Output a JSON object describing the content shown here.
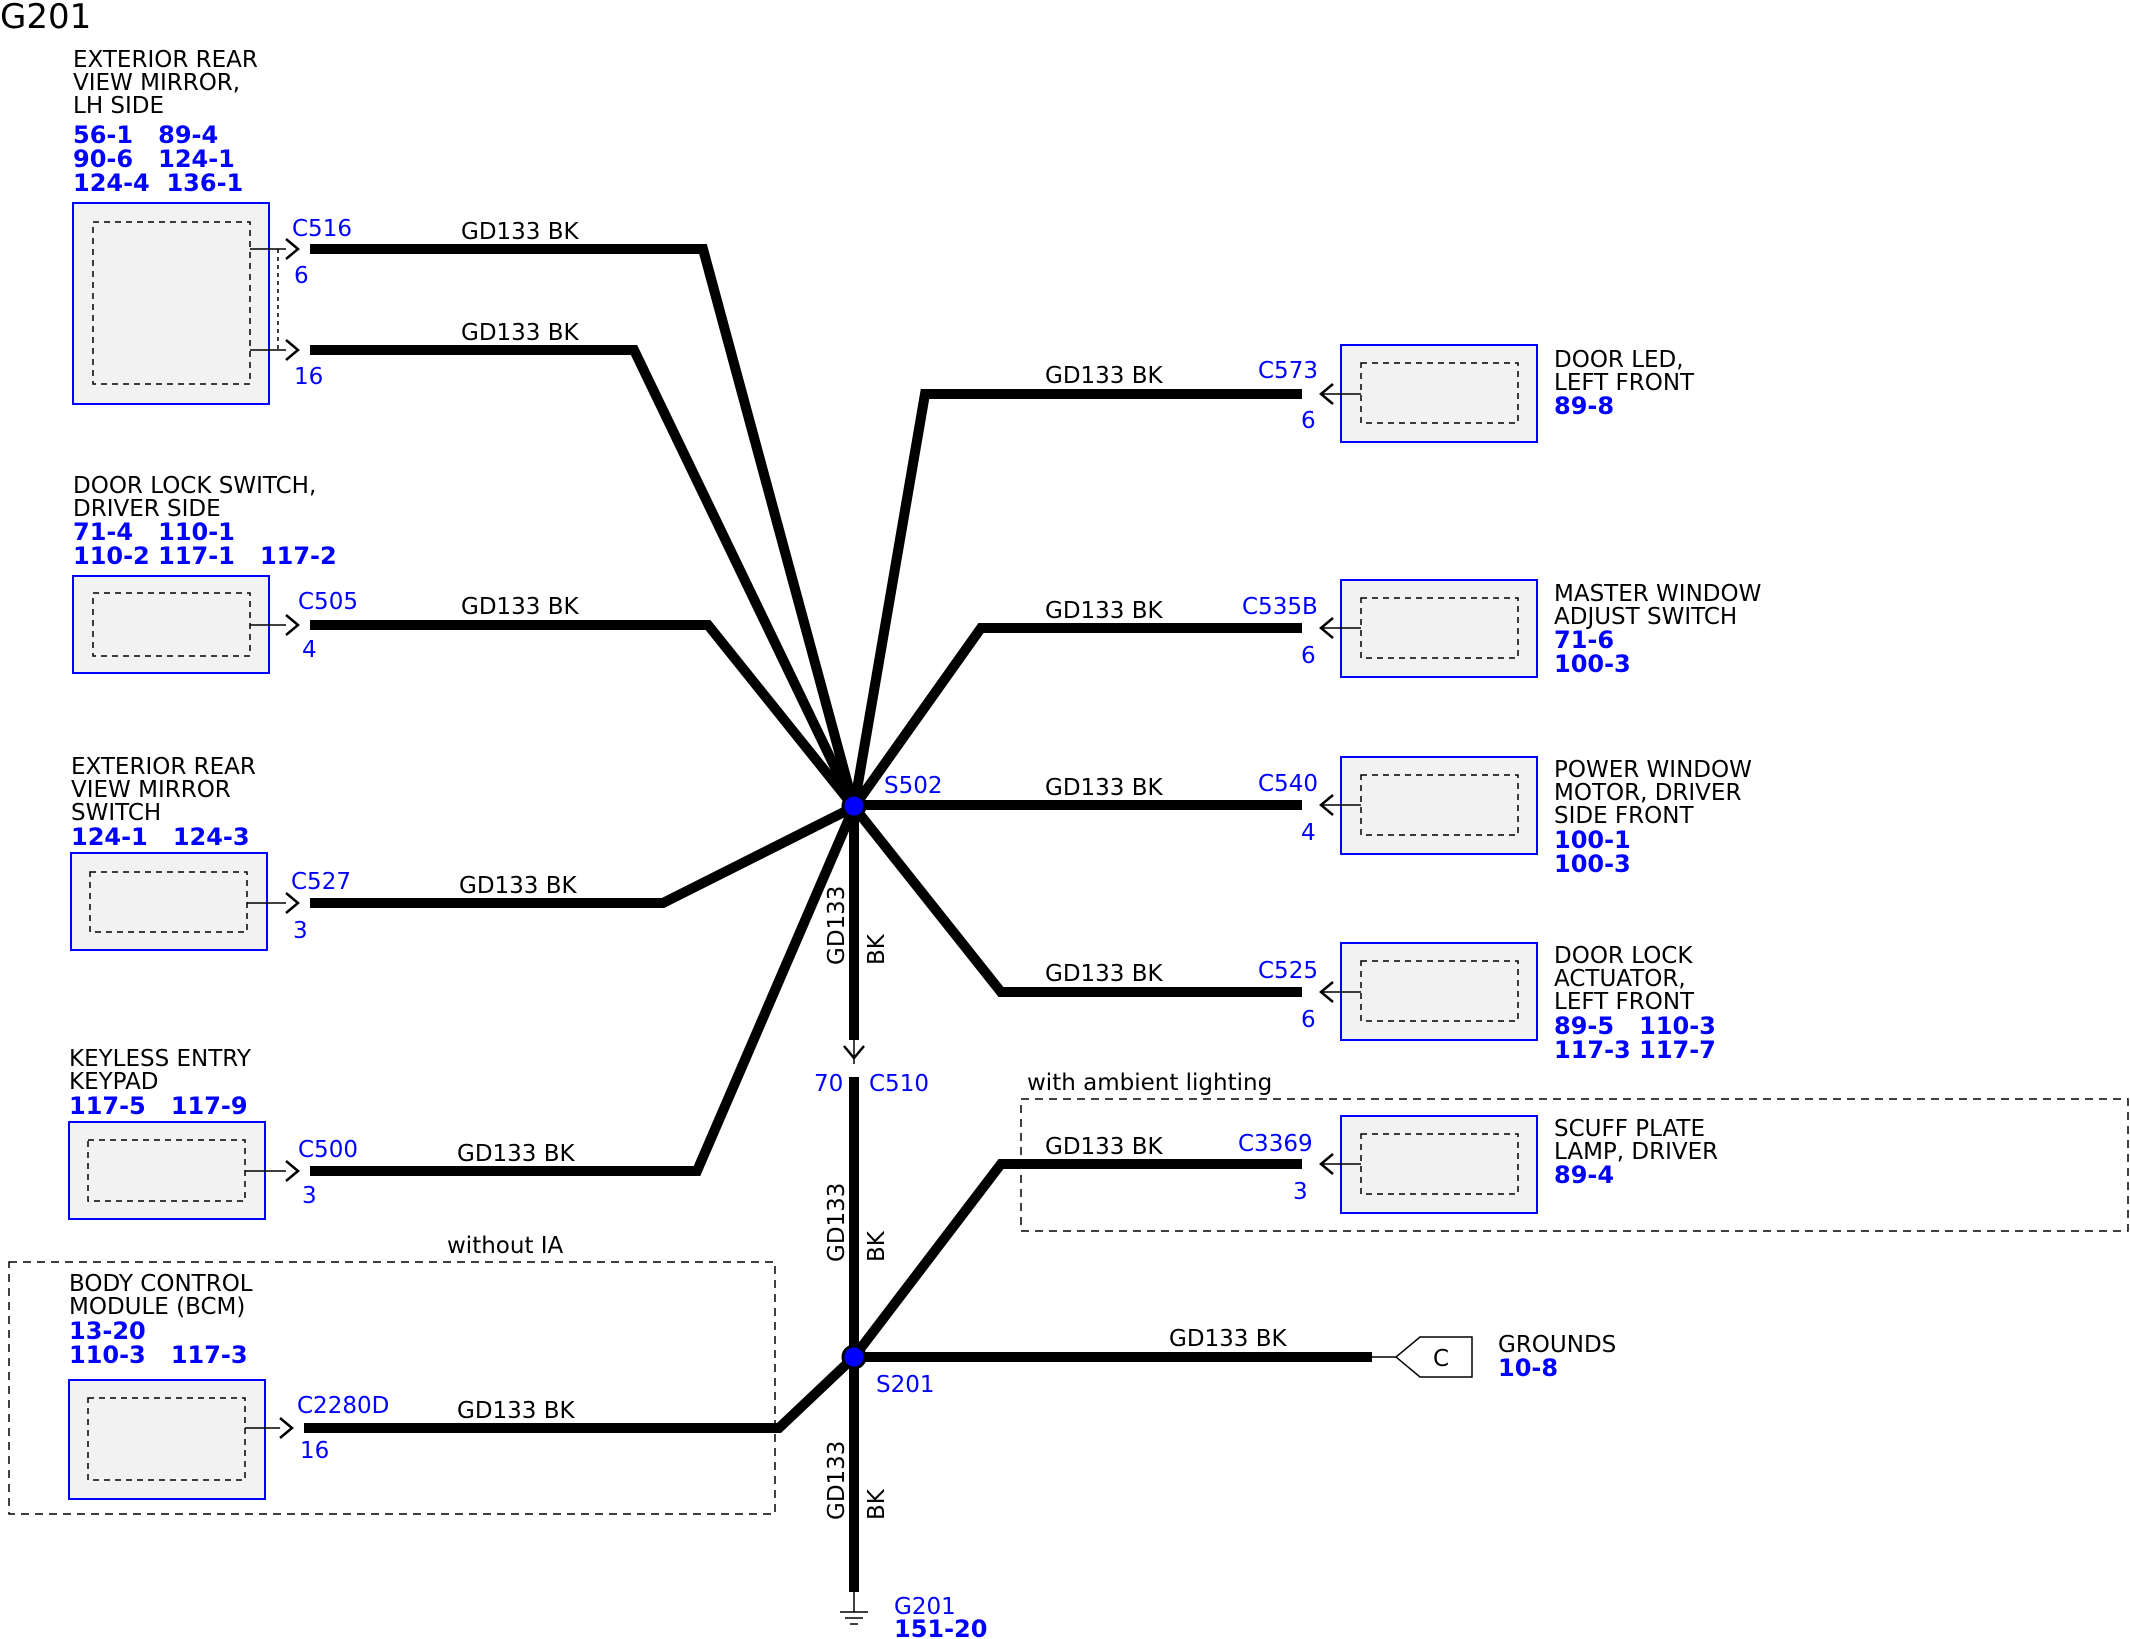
{
  "title": "G201",
  "wire_label": "GD133 BK",
  "wire_code": "GD133",
  "wire_color": "BK",
  "colors": {
    "ref": "#0000ff",
    "wire": "#000000",
    "component_fill": "#f2f2f2"
  },
  "components": [
    {
      "name": [
        "EXTERIOR REAR",
        "VIEW MIRROR,",
        "LH SIDE"
      ],
      "refs": [
        "56-1   89-4",
        "90-6   124-1",
        "124-4  136-1"
      ],
      "connector": "C516",
      "pins": [
        "6",
        "16"
      ]
    },
    {
      "name": [
        "DOOR LOCK SWITCH,",
        "DRIVER SIDE"
      ],
      "refs": [
        "71-4   110-1",
        "110-2 117-1   117-2"
      ],
      "connector": "C505",
      "pins": [
        "4"
      ]
    },
    {
      "name": [
        "EXTERIOR REAR",
        "VIEW MIRROR",
        "SWITCH"
      ],
      "refs": [
        "124-1   124-3"
      ],
      "connector": "C527",
      "pins": [
        "3"
      ]
    },
    {
      "name": [
        "KEYLESS ENTRY",
        "KEYPAD"
      ],
      "refs": [
        "117-5   117-9"
      ],
      "connector": "C500",
      "pins": [
        "3"
      ]
    },
    {
      "name": [
        "BODY CONTROL",
        "MODULE (BCM)"
      ],
      "refs": [
        "13-20",
        "110-3   117-3"
      ],
      "connector": "C2280D",
      "pins": [
        "16"
      ]
    },
    {
      "name": [
        "DOOR LED,",
        "LEFT FRONT"
      ],
      "refs": [
        "89-8"
      ],
      "connector": "C573",
      "pins": [
        "6"
      ]
    },
    {
      "name": [
        "MASTER WINDOW",
        "ADJUST SWITCH"
      ],
      "refs": [
        "71-6",
        "100-3"
      ],
      "connector": "C535B",
      "pins": [
        "6"
      ]
    },
    {
      "name": [
        "POWER WINDOW",
        "MOTOR, DRIVER",
        "SIDE FRONT"
      ],
      "refs": [
        "100-1",
        "100-3"
      ],
      "connector": "C540",
      "pins": [
        "4"
      ]
    },
    {
      "name": [
        "DOOR LOCK",
        "ACTUATOR,",
        "LEFT FRONT"
      ],
      "refs": [
        "89-5   110-3",
        "117-3 117-7"
      ],
      "connector": "C525",
      "pins": [
        "6"
      ]
    },
    {
      "name": [
        "SCUFF PLATE",
        "LAMP, DRIVER"
      ],
      "refs": [
        "89-4"
      ],
      "connector": "C3369",
      "pins": [
        "3"
      ]
    }
  ],
  "splices": [
    "S502",
    "S201"
  ],
  "inline_connector": {
    "name": "C510",
    "pin": "70"
  },
  "grounds_ref": {
    "symbol": "C",
    "label": "GROUNDS",
    "ref": "10-8"
  },
  "ground": {
    "name": "G201",
    "ref": "151-20"
  },
  "regions": {
    "without_ia": "without IA",
    "ambient": "with ambient lighting"
  }
}
